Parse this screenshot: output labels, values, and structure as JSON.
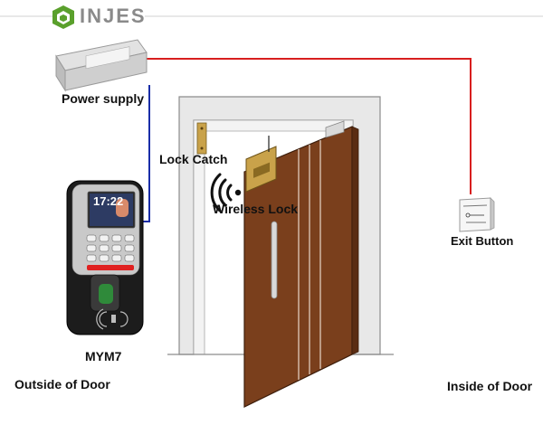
{
  "logo": {
    "text": "INJES",
    "accent_color": "#5aa02c",
    "text_color": "#8a8a8a"
  },
  "labels": {
    "power_supply": "Power supply",
    "lock_catch": "Lock Catch",
    "wireless_lock": "Wireless Lock",
    "exit_button": "Exit Button",
    "device_model": "MYM7",
    "outside": "Outside of Door",
    "inside": "Inside of Door"
  },
  "device": {
    "clock": "17:22"
  },
  "wires": {
    "power_color": "#d81e1e",
    "signal_color": "#1a2ea8"
  },
  "colors": {
    "door": "#7a3f1c",
    "frame": "#e6e6e6",
    "panel": "#cfcfcf"
  }
}
